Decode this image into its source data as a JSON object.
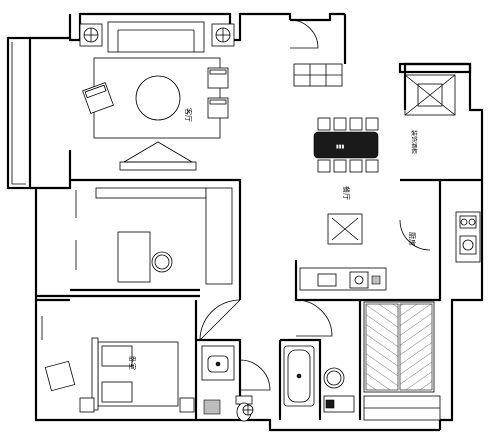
{
  "labels": {
    "living_room": "客厅",
    "dining_room": "餐厅",
    "kitchen": "厨房",
    "bedroom": "卧室",
    "wine_cabinet": "装饰酒柜",
    "dining_table_mark": "▮▮▮"
  },
  "colors": {
    "line": "#000000",
    "background": "#ffffff",
    "fill_dark": "#1a1a1a",
    "fill_grey": "#bdbdbd"
  },
  "icons": {
    "lamp": "lamp-icon",
    "armchair": "armchair-icon",
    "door_swing": "door-swing-icon",
    "stove": "stove-icon",
    "sink": "sink-icon",
    "toilet": "toilet-icon",
    "plant": "plant-icon"
  }
}
